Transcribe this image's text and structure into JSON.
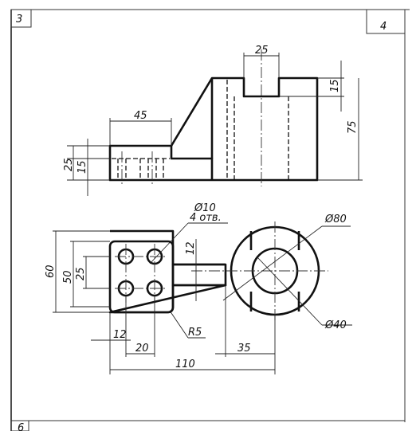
{
  "sheet": {
    "corner_number": "3",
    "page_number": "4",
    "bottom_corner_number": "6"
  },
  "front_view": {
    "dims": {
      "slot_width": "25",
      "slot_depth": "15",
      "total_height": "75",
      "step_width": "45",
      "base_height": "25",
      "lower_height": "15"
    }
  },
  "top_view": {
    "dims": {
      "hole_diameter": "Ø10",
      "hole_count": "4 отв.",
      "outer_diameter": "Ø80",
      "inner_diameter": "Ø40",
      "rib_width": "12",
      "overall_width": "60",
      "inner_width": "50",
      "hole_spacing_v": "25",
      "hole_offset": "12",
      "hole_spacing_h": "20",
      "fillet_radius": "R5",
      "center_offset": "35",
      "overall_length": "110"
    }
  }
}
